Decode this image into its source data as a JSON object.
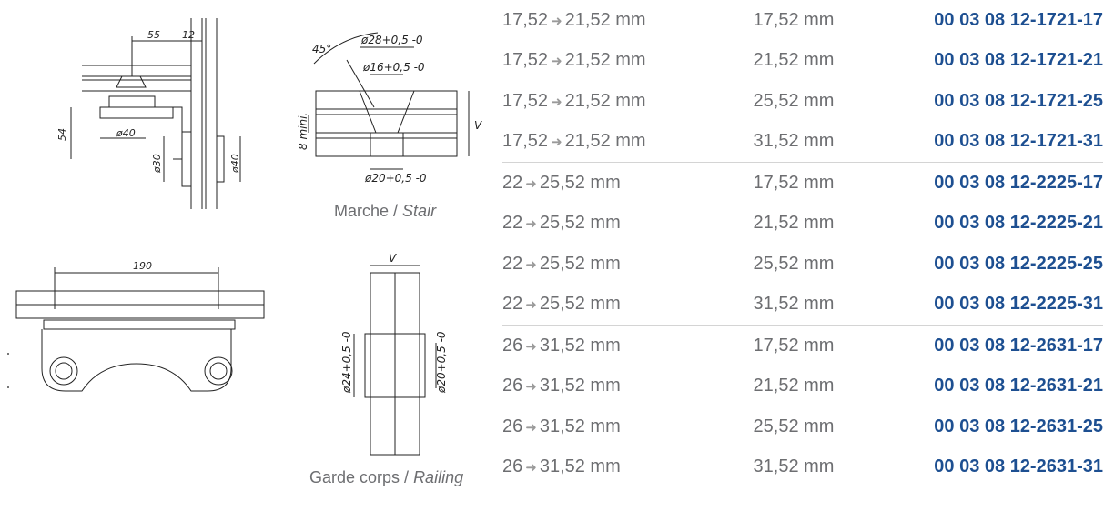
{
  "drawings": {
    "top_left": {
      "dims": [
        "55",
        "12",
        "54",
        "ø40",
        "ø30",
        "ø40"
      ]
    },
    "stair": {
      "dims": [
        "45°",
        "ø28+0,5 -0",
        "ø16+0,5 -0",
        "8 mini.",
        "V",
        "ø20+0,5 -0"
      ],
      "caption_fr": "Marche",
      "caption_en": "Stair",
      "caption_sep": " / "
    },
    "bottom_left": {
      "dims": [
        "190"
      ]
    },
    "railing": {
      "dims": [
        "V",
        "ø24+0,5 -0",
        "ø20+0,5 -0"
      ],
      "caption_fr": "Garde corps",
      "caption_en": "Railing",
      "caption_sep": " / "
    }
  },
  "table": {
    "arrow": "➜",
    "rows": [
      {
        "from": "17,52",
        "to": "21,52 mm",
        "thickness": "17,52 mm",
        "ref": "00 03 08 12-1721-17"
      },
      {
        "from": "17,52",
        "to": "21,52 mm",
        "thickness": "21,52 mm",
        "ref": "00 03 08 12-1721-21"
      },
      {
        "from": "17,52",
        "to": "21,52 mm",
        "thickness": "25,52 mm",
        "ref": "00 03 08 12-1721-25"
      },
      {
        "from": "17,52",
        "to": "21,52 mm",
        "thickness": "31,52 mm",
        "ref": "00 03 08 12-1721-31"
      },
      {
        "from": "22",
        "to": "25,52 mm",
        "thickness": "17,52 mm",
        "ref": "00 03 08 12-2225-17"
      },
      {
        "from": "22",
        "to": "25,52 mm",
        "thickness": "21,52 mm",
        "ref": "00 03 08 12-2225-21"
      },
      {
        "from": "22",
        "to": "25,52 mm",
        "thickness": "25,52 mm",
        "ref": "00 03 08 12-2225-25"
      },
      {
        "from": "22",
        "to": "25,52 mm",
        "thickness": "31,52 mm",
        "ref": "00 03 08 12-2225-31"
      },
      {
        "from": "26",
        "to": "31,52 mm",
        "thickness": "17,52 mm",
        "ref": "00 03 08 12-2631-17"
      },
      {
        "from": "26",
        "to": "31,52 mm",
        "thickness": "21,52 mm",
        "ref": "00 03 08 12-2631-21"
      },
      {
        "from": "26",
        "to": "31,52 mm",
        "thickness": "25,52 mm",
        "ref": "00 03 08 12-2631-25"
      },
      {
        "from": "26",
        "to": "31,52 mm",
        "thickness": "31,52 mm",
        "ref": "00 03 08 12-2631-31"
      }
    ],
    "colors": {
      "text": "#6d6e71",
      "ref": "#1d4f91",
      "divider": "#d4d4d4"
    }
  }
}
